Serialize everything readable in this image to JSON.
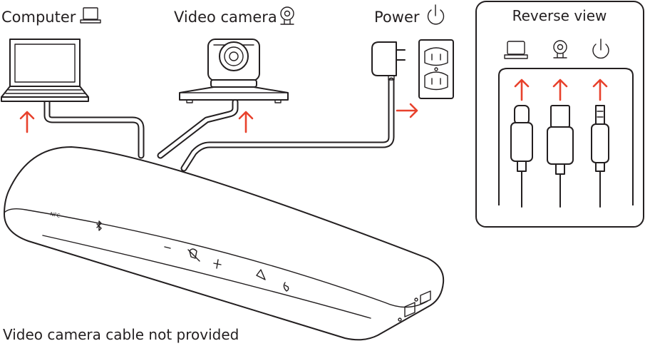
{
  "labels": {
    "computer": "Computer",
    "video_camera": "Video camera",
    "power": "Power"
  },
  "reverse_view": {
    "title": "Reverse view",
    "icons": [
      "laptop-icon",
      "webcam-icon",
      "power-icon"
    ]
  },
  "speakerphone": {
    "buttons": [
      "nfc",
      "bluetooth",
      "volume-down",
      "mute",
      "volume-up",
      "teams",
      "call"
    ],
    "nfc_text": "NFC"
  },
  "footnote": "Video camera cable not provided",
  "colors": {
    "arrow": "#e8412c",
    "line": "#231f20",
    "background": "#ffffff"
  }
}
